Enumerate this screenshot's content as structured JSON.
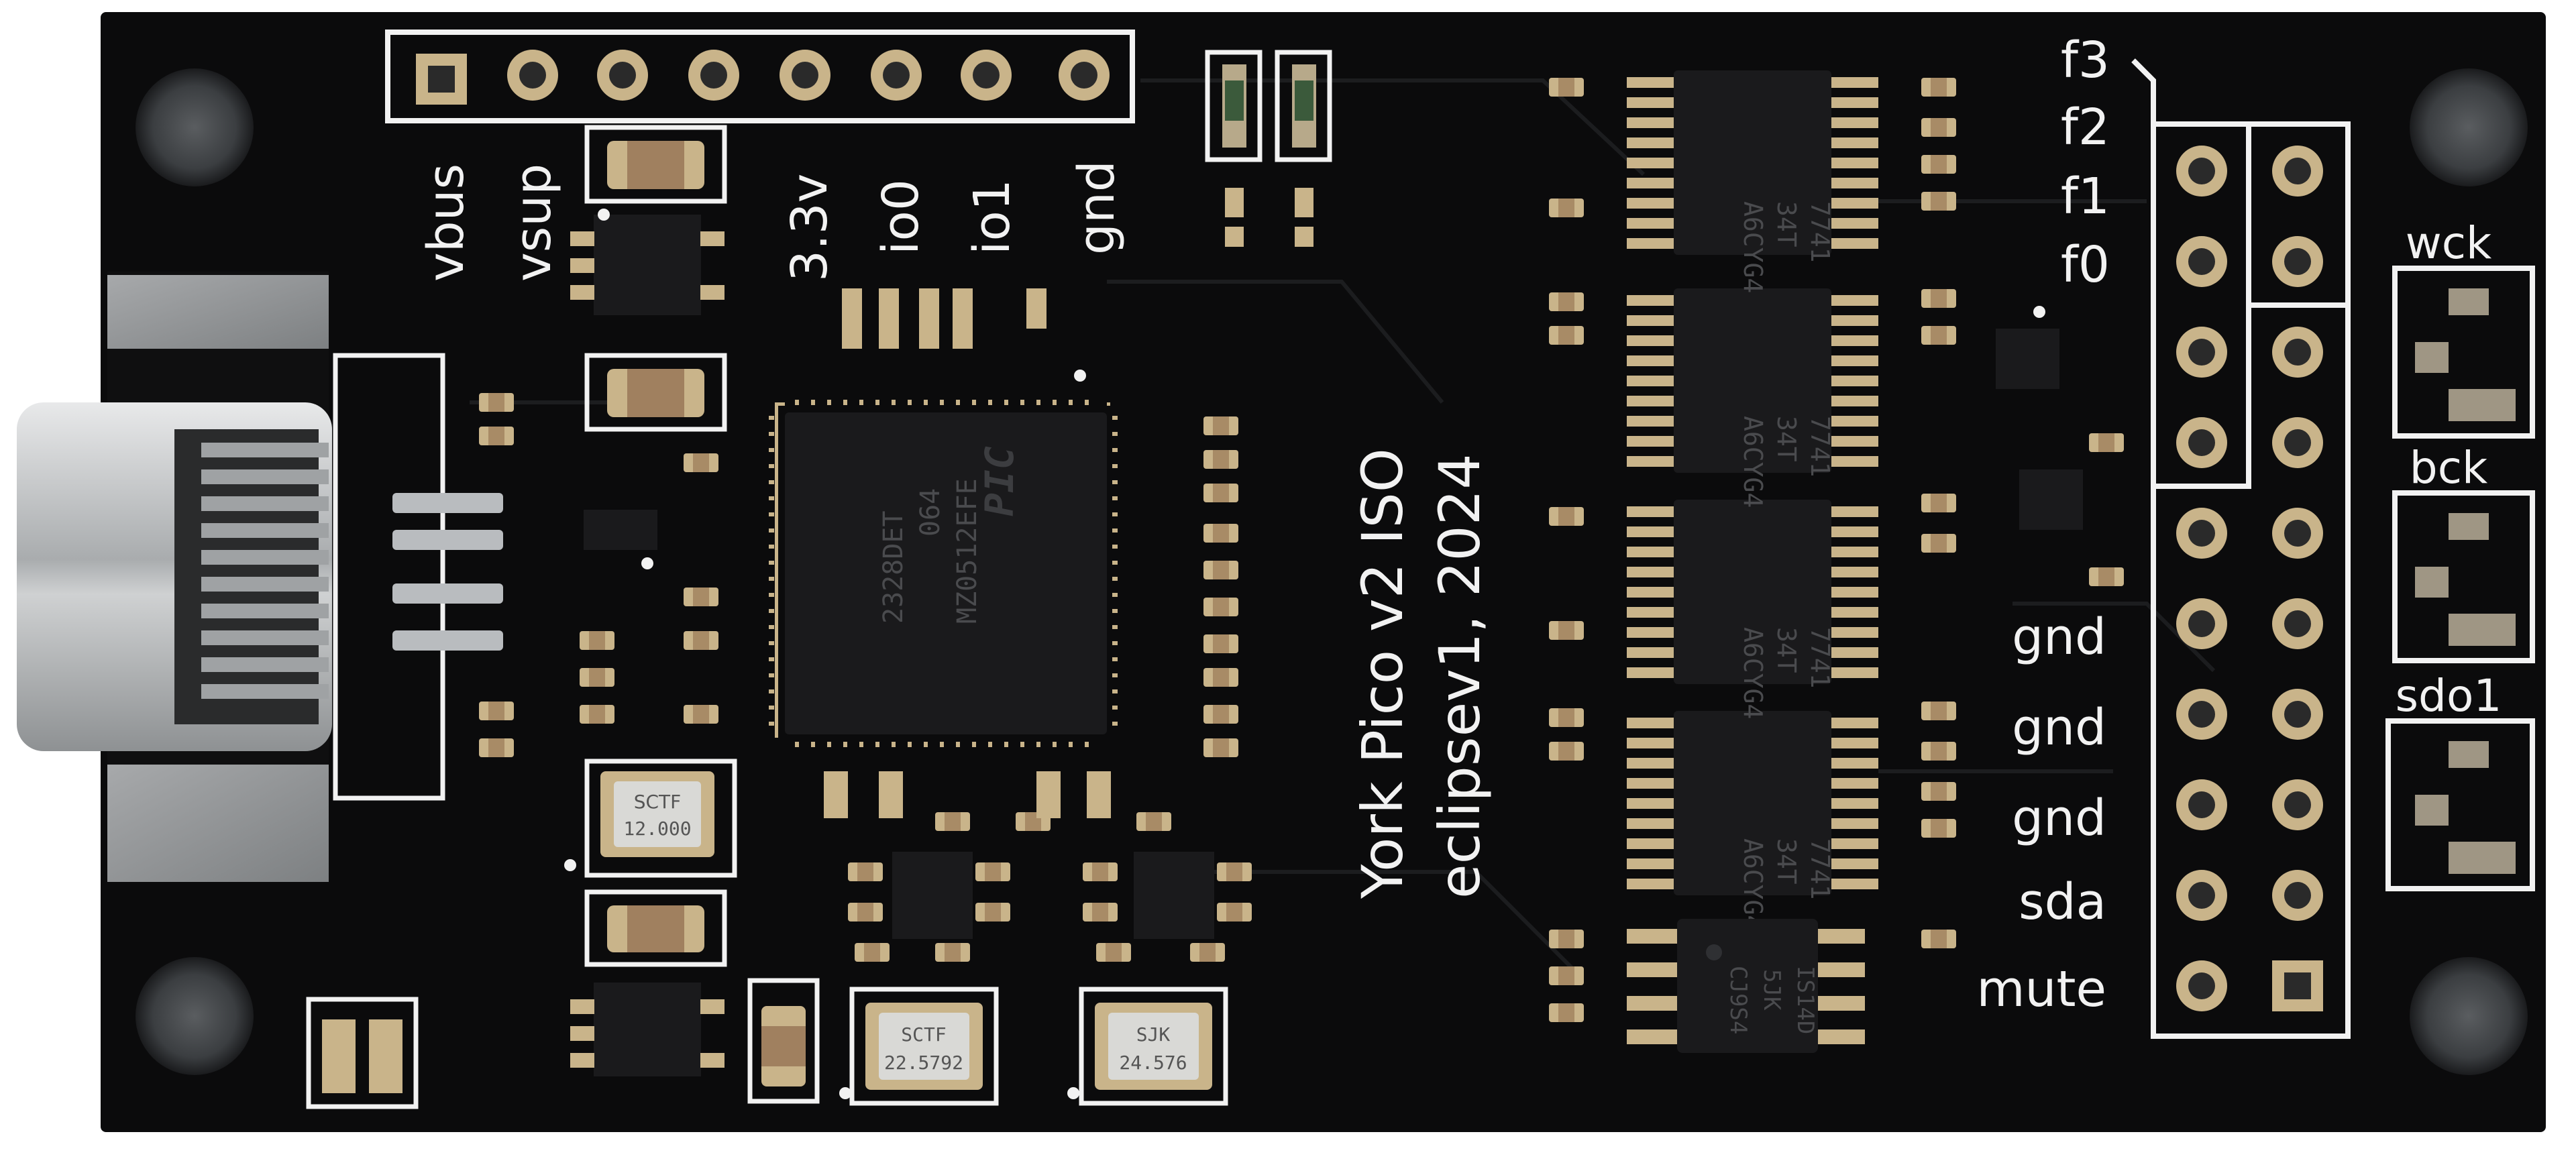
{
  "board": {
    "title_line1": "York Pico v2 ISO",
    "title_line2": "eclipsev1, 2024"
  },
  "top_header_labels": [
    "vbus",
    "vsup",
    "3.3v",
    "io0",
    "io1",
    "gnd"
  ],
  "right_header_labels": {
    "f3": "f3",
    "f2": "f2",
    "f1": "f1",
    "f0": "f0",
    "gnd1": "gnd",
    "gnd2": "gnd",
    "gnd3": "gnd",
    "sda": "sda",
    "mute": "mute"
  },
  "jumper_labels": {
    "wck": "wck",
    "bck": "bck",
    "sdo1": "sdo1"
  },
  "mcu": {
    "brand": "PIC",
    "line1": "MZ0512EFE",
    "line2": "064",
    "line3": "2328DET"
  },
  "isolators": {
    "line1": "7741",
    "line2": "34T",
    "line3": "A6CYG4"
  },
  "bottom_ic": {
    "line1": "IS14D",
    "line2": "5JK",
    "line3": "CJ9S4"
  },
  "crystals": {
    "osc1_brand": "SCTF",
    "osc1_freq": "12.000",
    "osc2_brand": "SCTF",
    "osc2_freq": "22.5792",
    "osc3_brand": "SJK",
    "osc3_freq": "24.576"
  },
  "colors": {
    "pcb": "#0b0b0c",
    "silkscreen": "#f2f2f2",
    "pad_gold": "#c9b48a",
    "connector_metal": "#b9bcbf",
    "chip_body": "#1a1a1c"
  }
}
